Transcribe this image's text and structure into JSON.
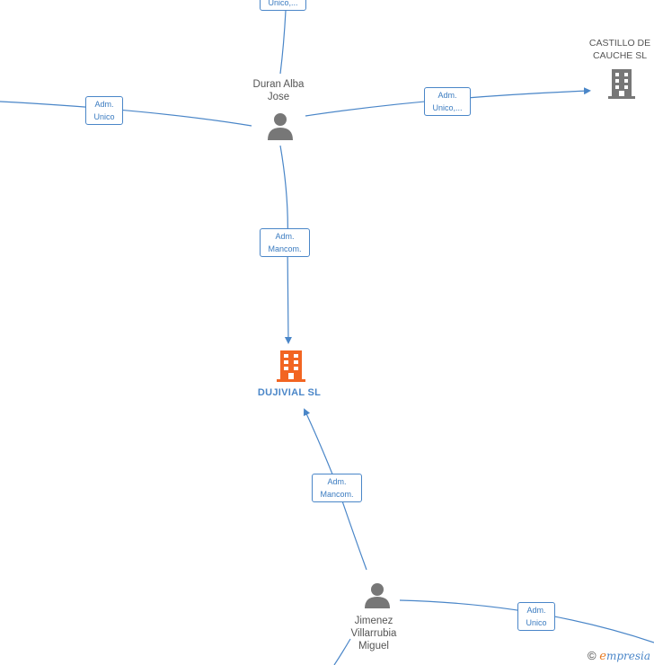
{
  "nodes": {
    "duran": {
      "name_line1": "Duran Alba",
      "name_line2": "Jose"
    },
    "castillo": {
      "name_line1": "CASTILLO DE",
      "name_line2": "CAUCHE  SL"
    },
    "dujivial": {
      "name": "DUJIVIAL  SL"
    },
    "jimenez": {
      "name_line1": "Jimenez",
      "name_line2": "Villarrubia",
      "name_line3": "Miguel"
    }
  },
  "edge_labels": {
    "top": {
      "l1": "Unico,..."
    },
    "left": {
      "l1": "Adm.",
      "l2": "Unico"
    },
    "castillo": {
      "l1": "Adm.",
      "l2": "Unico,..."
    },
    "duran_dujivial": {
      "l1": "Adm.",
      "l2": "Mancom."
    },
    "jimenez_dujivial": {
      "l1": "Adm.",
      "l2": "Mancom."
    },
    "jimenez_right": {
      "l1": "Adm.",
      "l2": "Unico"
    }
  },
  "brand": {
    "copyright": "©",
    "e": "e",
    "rest": "mpresia"
  },
  "colors": {
    "edge": "#4a86c8",
    "person": "#777777",
    "company": "#777777",
    "main_company": "#f26522"
  }
}
